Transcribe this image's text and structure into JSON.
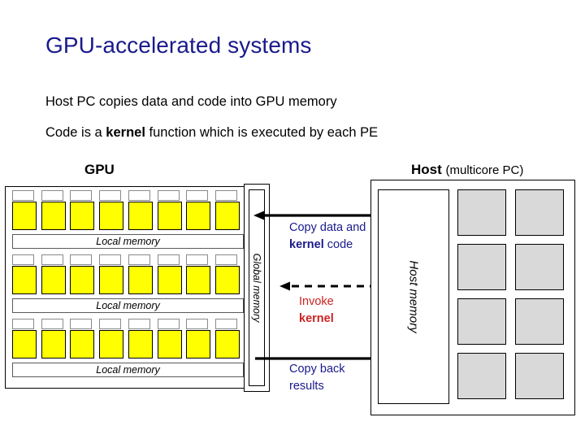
{
  "slide": {
    "title": "GPU-accelerated systems",
    "title_color": "#1a1a8c",
    "body_lines": [
      {
        "text": "Host PC copies data and code into GPU memory"
      },
      {
        "pre": "Code is a ",
        "bold": "kernel",
        "post": " function which is executed by each PE"
      }
    ]
  },
  "gpu": {
    "caption": "GPU",
    "compute_units": [
      {
        "pe_count": 8,
        "local_memory_label": "Local memory"
      },
      {
        "pe_count": 8,
        "local_memory_label": "Local memory"
      },
      {
        "pe_count": 8,
        "local_memory_label": "Local memory"
      }
    ],
    "pe_color": "#ffff00",
    "global_memory_label": "Global memory"
  },
  "host": {
    "caption_strong": "Host",
    "caption_sub": "(multicore PC)",
    "memory_label": "Host memory",
    "core_count": 8,
    "core_color": "#d9d9d9"
  },
  "transfers": [
    {
      "id": "copy-data",
      "direction": "left",
      "style": "solid",
      "color": "#1a1a8c",
      "pre": "Copy data and ",
      "bold": "kernel",
      "post": " code"
    },
    {
      "id": "invoke-kernel",
      "direction": "left",
      "style": "dashed",
      "color": "#cc2222",
      "pre": "Invoke ",
      "bold": "kernel",
      "post": ""
    },
    {
      "id": "copy-back",
      "direction": "right",
      "style": "solid",
      "color": "#1a1a8c",
      "pre": "Copy back results",
      "bold": "",
      "post": ""
    }
  ]
}
